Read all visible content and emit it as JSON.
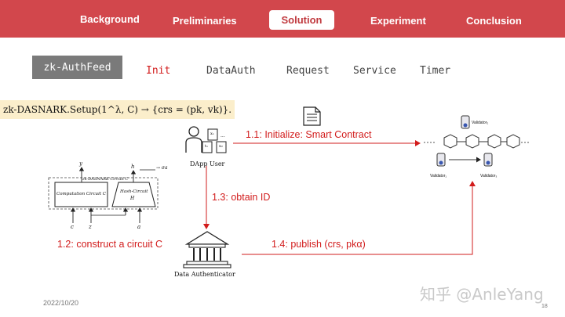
{
  "nav": {
    "items": [
      "Background",
      "Preliminaries",
      "Solution",
      "Experiment",
      "Conclusion"
    ],
    "active": "Solution"
  },
  "subtabs": {
    "current": "zk-AuthFeed",
    "items": [
      "Init",
      "DataAuth",
      "Request",
      "Service",
      "Timer"
    ],
    "highlighted": "Init"
  },
  "formula": "zk-DASNARK.Setup(1^λ, C) → {crs = (pk, vk)}.",
  "diagram": {
    "dapp_user_label": "DApp User",
    "data_authenticator_label": "Data Authenticator",
    "step_1_1": "1.1: Initialize: Smart Contract",
    "step_1_2": "1.2: construct a circuit C",
    "step_1_3": "1.3: obtain ID",
    "step_1_4": "1.4: publish (crs, pkα)",
    "circuit": {
      "outer_title": "zk-DASNARK Circuit C'",
      "computation_box": "Computation Circuit C",
      "hash_box_line1": "Hash-Circuit",
      "hash_box_line2": "H",
      "output_y": "y",
      "output_h": "h",
      "sigma_label": "→ σa",
      "input_c": "c",
      "input_z": "z",
      "input_a": "a"
    },
    "validators": {
      "v2": "Validator₂",
      "v1": "Validator₁",
      "v3": "Validator₃"
    },
    "user_bubbles": [
      "x₁",
      "...",
      "t₁",
      "x₂"
    ]
  },
  "footer": {
    "date": "2022/10/20",
    "page": "18",
    "watermark": "知乎 @AnleYang"
  },
  "colors": {
    "topbar": "#d2474c",
    "accent_red": "#d21c1c",
    "formula_bg": "#fbeecb",
    "subtab_bg": "#7a7a7a"
  }
}
